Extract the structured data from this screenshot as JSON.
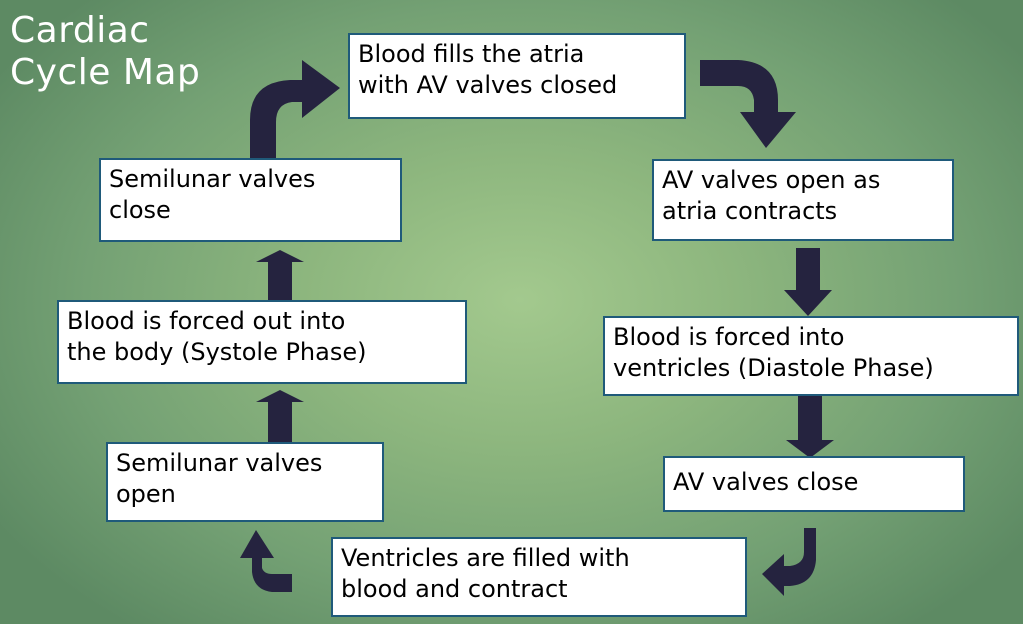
{
  "title": {
    "line1": "Cardiac",
    "line2": "Cycle Map"
  },
  "colors": {
    "arrow": "#25233f",
    "box_border": "#1f5a7a",
    "box_fill": "#ffffff",
    "title_text": "#ffffff",
    "background_center": "#a3c98e",
    "background_edge": "#5d8a63"
  },
  "steps": [
    {
      "line1": "Blood fills the atria",
      "line2": "with AV valves closed"
    },
    {
      "line1": "AV valves open as",
      "line2": "atria contracts"
    },
    {
      "line1": "Blood is forced into",
      "line2": "ventricles (Diastole Phase)"
    },
    {
      "line1": "AV valves close",
      "line2": ""
    },
    {
      "line1": "Ventricles are filled with",
      "line2": "blood and contract"
    },
    {
      "line1": "Semilunar valves",
      "line2": "open"
    },
    {
      "line1": "Blood is forced out into",
      "line2": "the body (Systole Phase)"
    },
    {
      "line1": "Semilunar valves",
      "line2": "close"
    }
  ],
  "arrows": [
    {
      "from": 0,
      "to": 1,
      "icon": "curved-arrow-right-down"
    },
    {
      "from": 1,
      "to": 2,
      "icon": "arrow-down"
    },
    {
      "from": 2,
      "to": 3,
      "icon": "arrow-down"
    },
    {
      "from": 3,
      "to": 4,
      "icon": "curved-arrow-down-left"
    },
    {
      "from": 4,
      "to": 5,
      "icon": "curved-arrow-left-up"
    },
    {
      "from": 5,
      "to": 6,
      "icon": "arrow-up"
    },
    {
      "from": 6,
      "to": 7,
      "icon": "arrow-up"
    },
    {
      "from": 7,
      "to": 0,
      "icon": "curved-arrow-up-right"
    }
  ]
}
